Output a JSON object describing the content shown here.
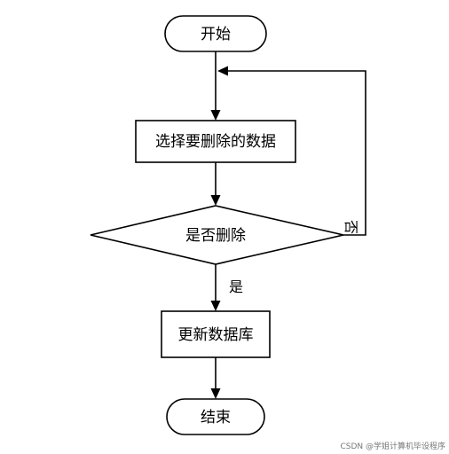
{
  "flowchart": {
    "start": {
      "label": "开始"
    },
    "select_data": {
      "label": "选择要删除的数据"
    },
    "decision": {
      "label": "是否删除"
    },
    "update_db": {
      "label": "更新数据库"
    },
    "end": {
      "label": "结束"
    },
    "branch_yes": "是",
    "branch_no": "否"
  },
  "watermark": "CSDN @学姐计算机毕设程序",
  "colors": {
    "stroke": "#000000",
    "fill": "#ffffff",
    "watermark": "#777777"
  }
}
